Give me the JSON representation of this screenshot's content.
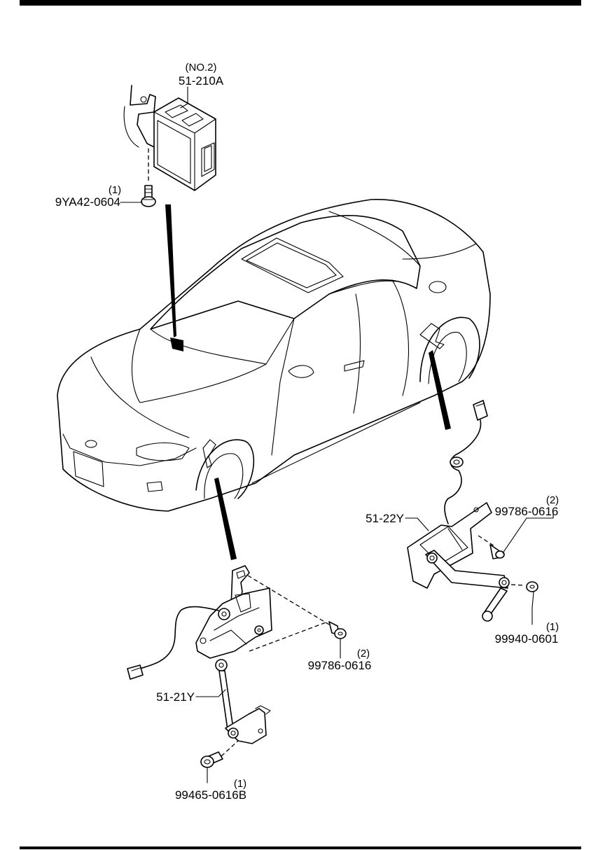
{
  "parts": {
    "control_unit": {
      "sub_label": "(NO.2)",
      "part_number": "51-210A"
    },
    "screw_top": {
      "qty": "(1)",
      "part_number": "9YA42-0604"
    },
    "rear_sensor": {
      "part_number": "51-22Y"
    },
    "rear_bolt": {
      "qty": "(2)",
      "part_number": "99786-0616"
    },
    "rear_nut": {
      "qty": "(1)",
      "part_number": "99940-0601"
    },
    "front_sensor": {
      "part_number": "51-21Y"
    },
    "front_bolt": {
      "qty": "(2)",
      "part_number": "99786-0616"
    },
    "front_screw": {
      "qty": "(1)",
      "part_number": "99465-0616B"
    }
  }
}
